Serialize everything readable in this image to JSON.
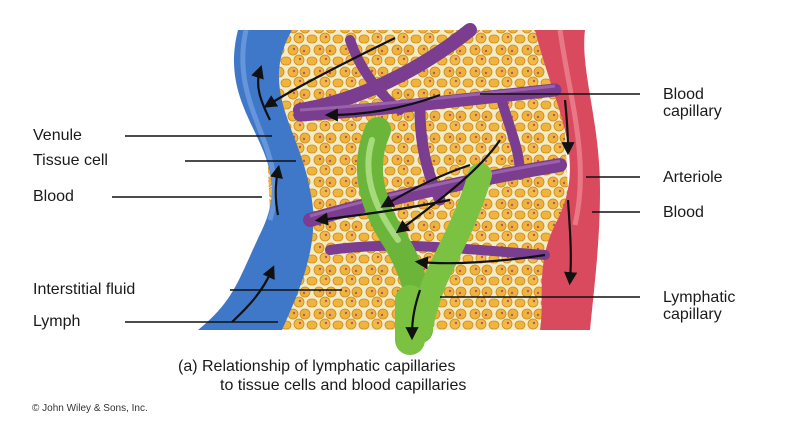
{
  "labels": {
    "venule": "Venule",
    "tissue_cell": "Tissue cell",
    "blood_left": "Blood",
    "interstitial_fluid": "Interstitial fluid",
    "lymph": "Lymph",
    "blood_capillary_line1": "Blood",
    "blood_capillary_line2": "capillary",
    "arteriole": "Arteriole",
    "blood_right": "Blood",
    "lymphatic_capillary_line1": "Lymphatic",
    "lymphatic_capillary_line2": "capillary"
  },
  "caption": {
    "line1": "(a) Relationship of lymphatic capillaries",
    "line2": "to tissue cells and blood capillaries"
  },
  "copyright": "© John Wiley & Sons, Inc.",
  "colors": {
    "venule": "#3f78c8",
    "arteriole": "#d94a5e",
    "capillary": "#7a3d8f",
    "lymphatic": "#7cc242",
    "tissue": "#efe3b0",
    "cell": "#f0b43c"
  },
  "icons": [
    "flow-arrow-icon"
  ]
}
